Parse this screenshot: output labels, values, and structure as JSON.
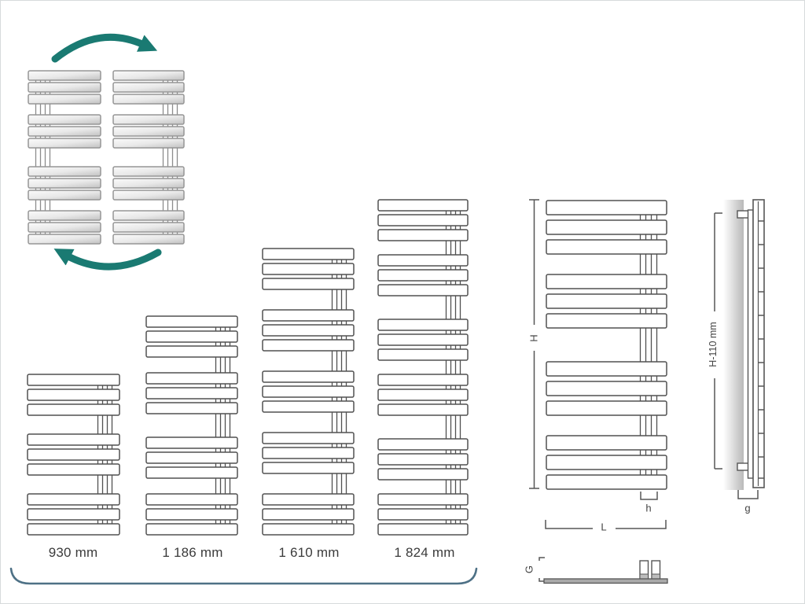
{
  "rotation_diagram": {
    "top_arrow_icon": "curved-arrow-clockwise",
    "bottom_arrow_icon": "curved-arrow-counterclockwise",
    "left_unit": {
      "bars": 12,
      "collector_side": "left",
      "gap_pattern": "ssgsslssgss"
    },
    "right_unit": {
      "bars": 12,
      "collector_side": "right",
      "gap_pattern": "ssgsslssgss"
    }
  },
  "size_variants": [
    {
      "label": "930 mm",
      "bars": 9,
      "collector_side": "right",
      "gap_pattern": "ssgssgss"
    },
    {
      "label": "1 186 mm",
      "bars": 12,
      "collector_side": "right",
      "gap_pattern": "ssgsslssgss"
    },
    {
      "label": "1 610 mm",
      "bars": 15,
      "collector_side": "right",
      "gap_pattern": "ssgssgssgssgss"
    },
    {
      "label": "1 824 mm",
      "bars": 18,
      "collector_side": "right",
      "gap_pattern": "ssgsslssgsslssgss"
    }
  ],
  "dimension_view": {
    "front": {
      "bars": 12,
      "collector_side": "right",
      "gap_pattern": "ssgsslssgss",
      "height_label": "H",
      "connection_spacing_label": "h",
      "length_label": "L",
      "depth_label": "G"
    },
    "side": {
      "height_label": "H-110 mm",
      "bracket_depth_label": "g"
    }
  },
  "colors": {
    "arrow_teal": "#1a7a72",
    "brace_blue": "#4e7186",
    "outline_gray": "#4f4f4f",
    "label_gray": "#3f3f3f"
  }
}
